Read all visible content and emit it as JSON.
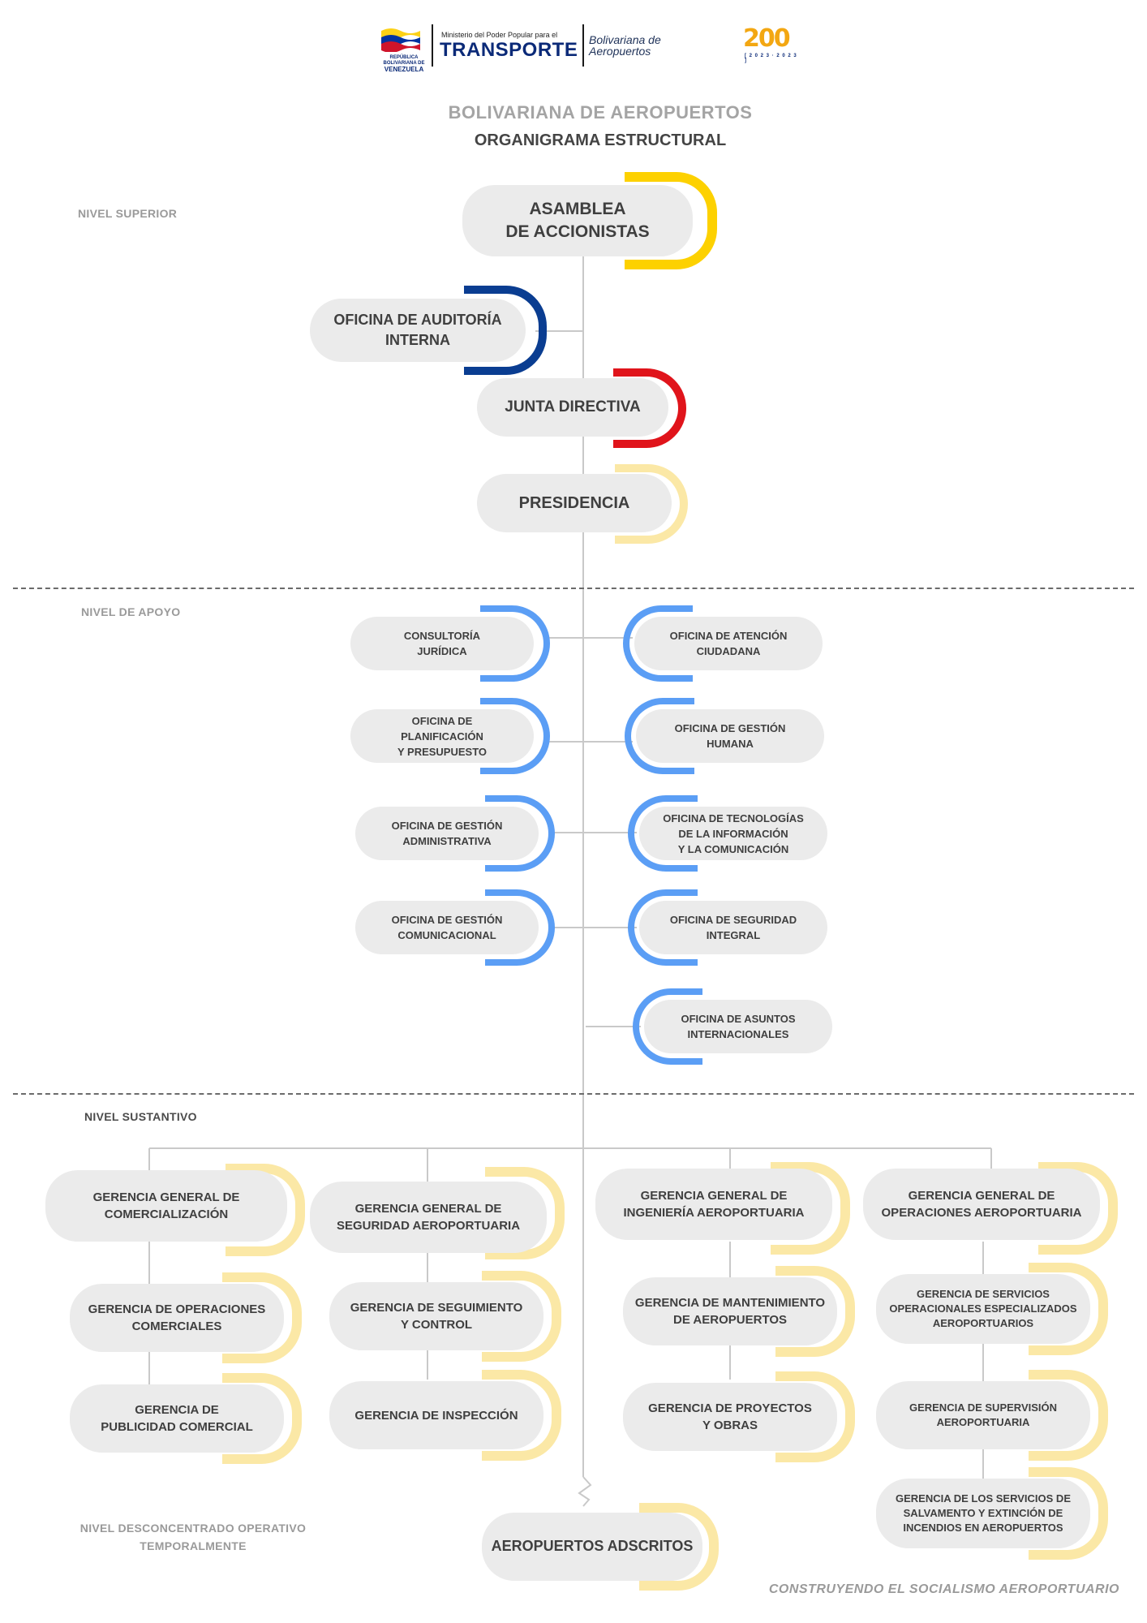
{
  "header": {
    "rbv_small": "REPÚBLICA BOLIVARIANA DE",
    "rbv_country": "VENEZUELA",
    "ministry_small": "Ministerio del Poder Popular para el",
    "ministry_big": "TRANSPORTE",
    "baer_line1": "Bolivariana de",
    "baer_line2": "Aeropuertos",
    "bicentennial_number": "200",
    "bicentennial_years": "[ 2 0 2 3 · 2 0 2 3 ]"
  },
  "title": "BOLIVARIANA DE AEROPUERTOS",
  "subtitle": "ORGANIGRAMA ESTRUCTURAL",
  "levels": {
    "superior": "NIVEL SUPERIOR",
    "apoyo": "NIVEL DE APOYO",
    "sustantivo": "NIVEL SUSTANTIVO",
    "desconcentrado": "NIVEL DESCONCENTRADO OPERATIVO\nTEMPORALMENTE"
  },
  "colors": {
    "yellow": "#fdd100",
    "pale_yellow": "#fbe8a6",
    "blue": "#0a3d91",
    "red": "#e0141b",
    "light_blue": "#5b9ef5",
    "pill": "#ebebeb"
  },
  "superior": {
    "asamblea": "ASAMBLEA\nDE ACCIONISTAS",
    "auditoria": "OFICINA DE AUDITORÍA\nINTERNA",
    "junta": "JUNTA DIRECTIVA",
    "presidencia": "PRESIDENCIA"
  },
  "apoyo": {
    "left": [
      "CONSULTORÍA\nJURÍDICA",
      "OFICINA DE\nPLANIFICACIÓN\nY PRESUPUESTO",
      "OFICINA DE GESTIÓN\nADMINISTRATIVA",
      "OFICINA DE GESTIÓN\nCOMUNICACIONAL"
    ],
    "right": [
      "OFICINA DE ATENCIÓN\nCIUDADANA",
      "OFICINA DE GESTIÓN\nHUMANA",
      "OFICINA DE TECNOLOGÍAS\nDE LA INFORMACIÓN\nY LA COMUNICACIÓN",
      "OFICINA DE SEGURIDAD\nINTEGRAL",
      "OFICINA DE ASUNTOS\nINTERNACIONALES"
    ]
  },
  "sustantivo": {
    "col1": {
      "head": "GERENCIA GENERAL DE\nCOMERCIALIZACIÓN",
      "subs": [
        "GERENCIA DE OPERACIONES\nCOMERCIALES",
        "GERENCIA DE\nPUBLICIDAD COMERCIAL"
      ]
    },
    "col2": {
      "head": "GERENCIA GENERAL  DE\nSEGURIDAD AEROPORTUARIA",
      "subs": [
        "GERENCIA DE SEGUIMIENTO\nY CONTROL",
        "GERENCIA DE INSPECCIÓN"
      ]
    },
    "col3": {
      "head": "GERENCIA GENERAL DE\nINGENIERÍA AEROPORTUARIA",
      "subs": [
        "GERENCIA DE MANTENIMIENTO\nDE AEROPUERTOS",
        "GERENCIA DE PROYECTOS\nY OBRAS"
      ]
    },
    "col4": {
      "head": "GERENCIA GENERAL DE\nOPERACIONES AEROPORTUARIA",
      "subs": [
        "GERENCIA DE SERVICIOS\nOPERACIONALES ESPECIALIZADOS\nAEROPORTUARIOS",
        "GERENCIA DE SUPERVISIÓN\nAEROPORTUARIA",
        "GERENCIA DE LOS SERVICIOS DE\nSALVAMENTO Y EXTINCIÓN DE\nINCENDIOS EN AEROPUERTOS"
      ]
    }
  },
  "desconcentrado": {
    "aeropuertos": "AEROPUERTOS ADSCRITOS"
  },
  "footer": "CONSTRUYENDO EL SOCIALISMO AEROPORTUARIO"
}
